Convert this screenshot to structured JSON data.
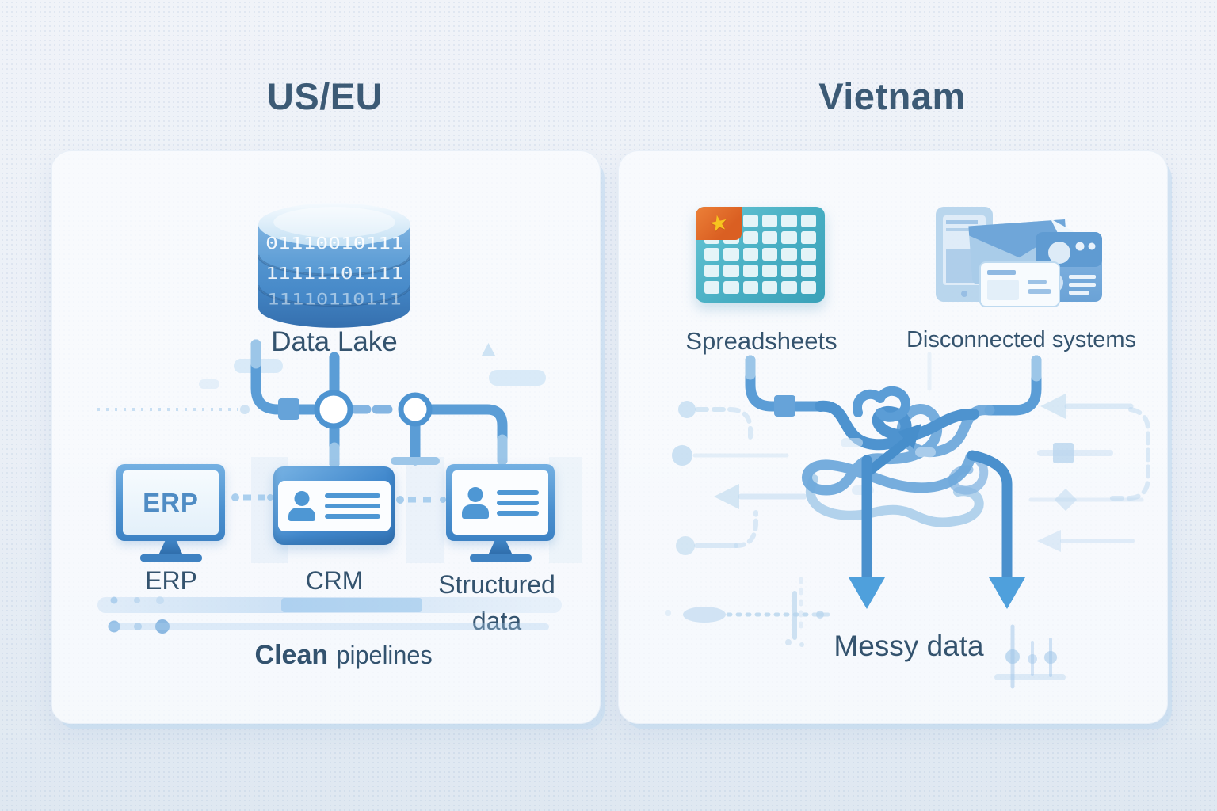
{
  "left_panel": {
    "title": "US/EU",
    "data_lake": {
      "label": "Data Lake",
      "binary_rows": [
        "01110010111",
        "11111101111",
        "11110110111"
      ]
    },
    "systems": [
      {
        "name": "erp",
        "label": "ERP",
        "screen_text": "ERP"
      },
      {
        "name": "crm",
        "label": "CRM"
      },
      {
        "name": "structured",
        "label": "Structured data"
      }
    ],
    "caption": {
      "lead": "Clean",
      "tail": "pipelines"
    }
  },
  "right_panel": {
    "title": "Vietnam",
    "sources": [
      {
        "name": "spreadsheets",
        "label": "Spreadsheets",
        "flag_star_glyph": "★"
      },
      {
        "name": "disconnected",
        "label": "Disconnected systems"
      }
    ],
    "caption": "Messy data"
  },
  "colors": {
    "canvas_bg": "#ecf0f6",
    "panel_bg": "#fbfdff",
    "title_text": "#3c5a75",
    "label_text": "#34536e",
    "pipe_blue": "#5b9dd6",
    "pipe_dark": "#3f86c4",
    "pipe_light": "#a9cdea",
    "node_fill": "#ffffff",
    "cylinder_band_blue": "#4890cc",
    "monitor_frame_blue": "#4a90cf",
    "glyph_blue": "#4e97d4",
    "spreadsheet_teal": "#47b0c4",
    "flag_orange": "#e0662a",
    "flag_star_yellow": "#f7c41f",
    "arrow_blue": "#4fa0dc"
  }
}
